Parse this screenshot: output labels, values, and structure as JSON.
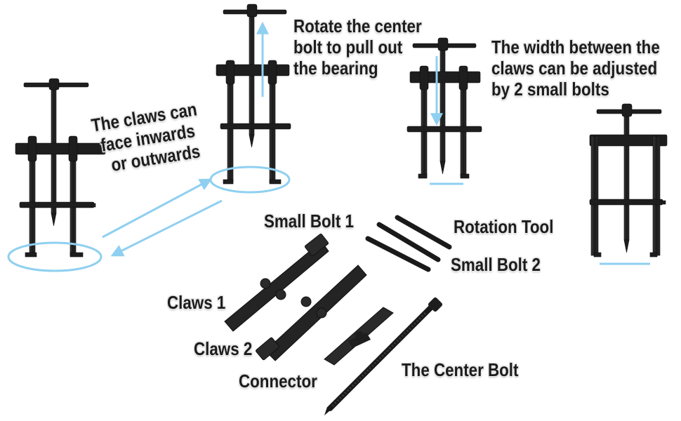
{
  "annotations": {
    "claws_face": [
      "The claws can",
      "face inwards",
      "or outwards"
    ],
    "rotate_center": [
      "Rotate the center",
      "bolt to pull out",
      "the bearing"
    ],
    "width_adjust": [
      "The width between the",
      "claws can be adjusted",
      "by 2 small bolts"
    ]
  },
  "parts": {
    "small_bolt_1": "Small Bolt 1",
    "rotation_tool": "Rotation Tool",
    "small_bolt_2": "Small Bolt 2",
    "claws_1": "Claws 1",
    "claws_2": "Claws 2",
    "connector": "Connector",
    "center_bolt": "The Center Bolt"
  },
  "colors": {
    "tool": "#1e1e1e",
    "accent": "#8fd0f0",
    "label": "#1c1c1c"
  },
  "icons": [
    "gear-puller-icon",
    "double-arrow-icon",
    "up-arrow-icon",
    "down-arrow-icon",
    "ellipse-highlight-icon"
  ]
}
